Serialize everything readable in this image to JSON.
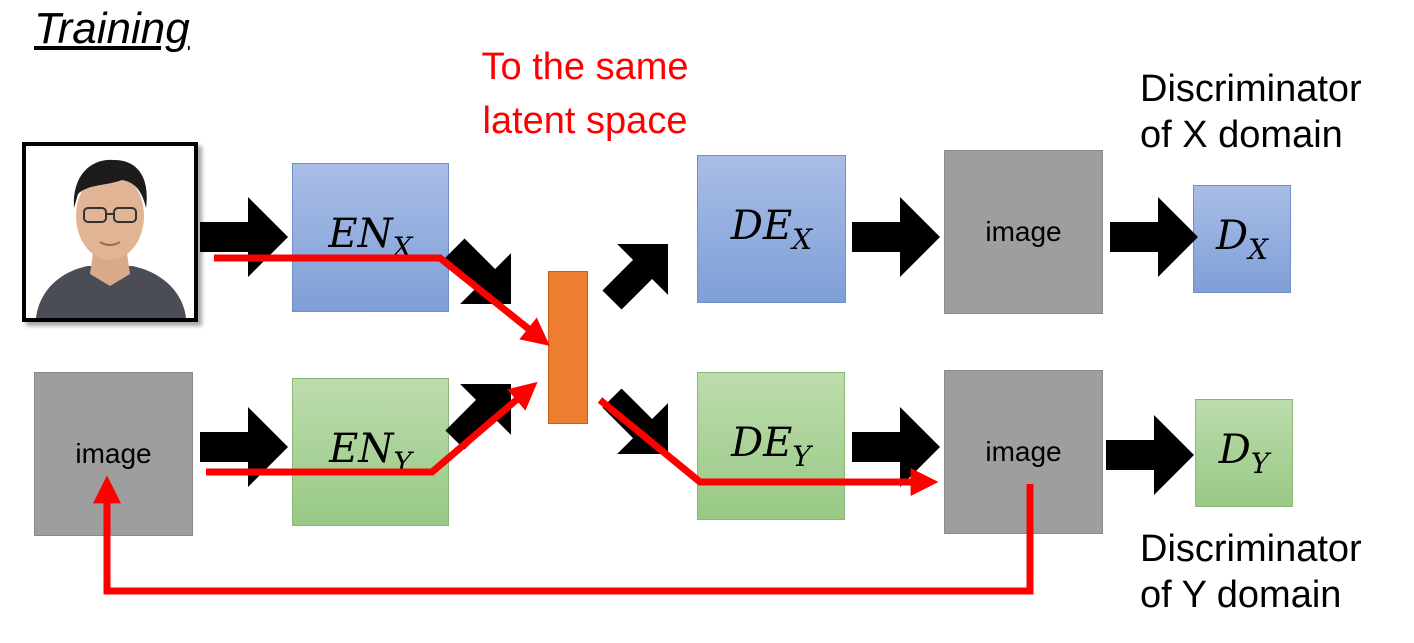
{
  "title": "Training",
  "note": [
    "To the same",
    "latent space"
  ],
  "captions": {
    "disc_x": [
      "Discriminator",
      "of X domain"
    ],
    "disc_y": [
      "Discriminator",
      "of Y domain"
    ]
  },
  "image_label": "image",
  "blocks": {
    "en_top": {
      "name": "EN",
      "sub": "X"
    },
    "en_bottom": {
      "name": "EN",
      "sub": "Y"
    },
    "de_x": {
      "name": "DE",
      "sub": "X"
    },
    "de_y": {
      "name": "DE",
      "sub": "Y"
    },
    "d_x": {
      "name": "D",
      "sub": "X"
    },
    "d_y": {
      "name": "D",
      "sub": "Y"
    }
  },
  "colors": {
    "encoder_decoder_x": "#8eaadb",
    "encoder_decoder_y": "#a9d18e",
    "latent": "#ed7d31",
    "image": "#9e9e9e",
    "flow_arrow": "#ff0000",
    "block_arrow": "#000000"
  }
}
